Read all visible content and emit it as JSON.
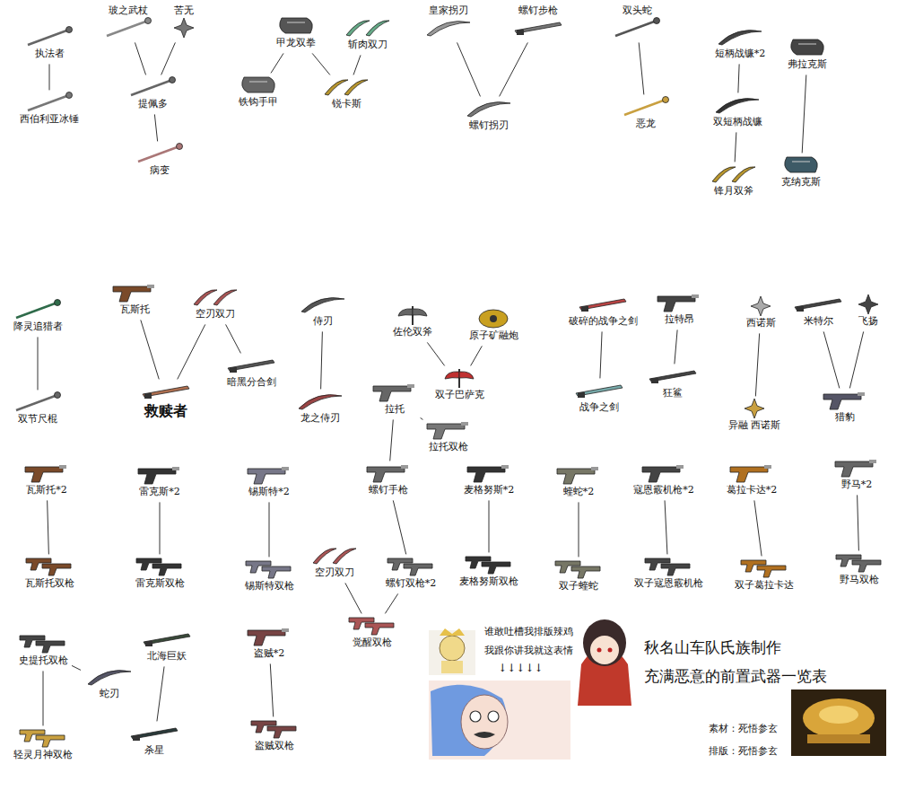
{
  "diagram": {
    "nodes": [
      {
        "text": [
          "执法者"
        ]
      },
      {
        "text": [
          "西伯利亚冰锤"
        ]
      },
      {
        "text": [
          "玻之武杖"
        ]
      },
      {
        "text": [
          "苦无"
        ]
      },
      {
        "text": [
          "提佩多"
        ]
      },
      {
        "text": [
          "病变"
        ]
      },
      {
        "text": [
          "甲龙双拳"
        ]
      },
      {
        "text": [
          "斩肉双刀"
        ]
      },
      {
        "text": [
          "铁钩手甲"
        ]
      },
      {
        "text": [
          "锐卡斯"
        ]
      },
      {
        "text": [
          "皇家拐刃"
        ]
      },
      {
        "text": [
          "螺钉步枪"
        ]
      },
      {
        "text": [
          "螺钉拐刃"
        ]
      },
      {
        "text": [
          "双头蛇"
        ]
      },
      {
        "text": [
          "恶龙"
        ]
      },
      {
        "text": [
          "短柄战镰*2"
        ]
      },
      {
        "text": [
          "双短柄战镰"
        ]
      },
      {
        "text": [
          "锋月双斧"
        ]
      },
      {
        "text": [
          "弗拉克斯"
        ]
      },
      {
        "text": [
          "克纳克斯"
        ]
      },
      {
        "text": [
          "降灵追猎者"
        ]
      },
      {
        "text": [
          "双节尺棍"
        ]
      },
      {
        "text": [
          "瓦斯托"
        ]
      },
      {
        "text": [
          "空刃双刀"
        ]
      },
      {
        "text": [
          "救赎者"
        ]
      },
      {
        "text": [
          "暗黑分合剑"
        ]
      },
      {
        "text": [
          "侍刃"
        ]
      },
      {
        "text": [
          "龙之侍刃"
        ]
      },
      {
        "text": [
          "佐伦双斧"
        ]
      },
      {
        "text": [
          "原子矿融炮"
        ]
      },
      {
        "text": [
          "双子巴萨克"
        ]
      },
      {
        "text": [
          "拉托"
        ]
      },
      {
        "text": [
          "拉托双枪"
        ]
      },
      {
        "text": [
          "螺钉手枪"
        ]
      },
      {
        "text": [
          "破碎的战争之剑"
        ]
      },
      {
        "text": [
          "战争之剑"
        ]
      },
      {
        "text": [
          "拉特昂"
        ]
      },
      {
        "text": [
          "狂鲨"
        ]
      },
      {
        "text": [
          "西诺斯"
        ]
      },
      {
        "text": [
          "异融 西诺斯"
        ]
      },
      {
        "text": [
          "米特尔"
        ]
      },
      {
        "text": [
          "飞扬"
        ]
      },
      {
        "text": [
          "猎豹"
        ]
      },
      {
        "text": [
          "瓦斯托*2"
        ]
      },
      {
        "text": [
          "瓦斯托双枪"
        ]
      },
      {
        "text": [
          "雷克斯*2"
        ]
      },
      {
        "text": [
          "雷克斯双枪"
        ]
      },
      {
        "text": [
          "锡斯特*2"
        ]
      },
      {
        "text": [
          "锡斯特双枪"
        ]
      },
      {
        "text": [
          "空刃双刀"
        ]
      },
      {
        "text": [
          "螺钉双枪*2"
        ]
      },
      {
        "text": [
          "觉醒双枪"
        ]
      },
      {
        "text": [
          "麦格努斯*2"
        ]
      },
      {
        "text": [
          "麦格努斯双枪"
        ]
      },
      {
        "text": [
          "蝰蛇*2"
        ]
      },
      {
        "text": [
          "双子蝰蛇"
        ]
      },
      {
        "text": [
          "寇恩霰机枪*2"
        ]
      },
      {
        "text": [
          "双子寇恩霰机枪"
        ]
      },
      {
        "text": [
          "葛拉卡达*2"
        ]
      },
      {
        "text": [
          "双子葛拉卡达"
        ]
      },
      {
        "text": [
          "野马*2"
        ]
      },
      {
        "text": [
          "野马双枪"
        ]
      },
      {
        "text": [
          "史提托双枪"
        ]
      },
      {
        "text": [
          "轻灵月神双枪"
        ]
      },
      {
        "text": [
          "蛇刃"
        ]
      },
      {
        "text": [
          "北海巨妖"
        ]
      },
      {
        "text": [
          "杀星"
        ]
      },
      {
        "text": [
          "盗贼*2"
        ]
      },
      {
        "text": [
          "盗贼双枪"
        ]
      }
    ],
    "edges": [
      {
        "from": 0,
        "to": 1,
        "arrow": "none"
      },
      {
        "from": 2,
        "to": 4,
        "arrow": "none"
      },
      {
        "from": 3,
        "to": 4,
        "arrow": "none"
      },
      {
        "from": 4,
        "to": 5,
        "arrow": "none"
      },
      {
        "from": 6,
        "to": 8,
        "arrow": "none"
      },
      {
        "from": 6,
        "to": 9,
        "arrow": "none"
      },
      {
        "from": 7,
        "to": 9,
        "arrow": "none"
      },
      {
        "from": 10,
        "to": 12,
        "arrow": "none"
      },
      {
        "from": 11,
        "to": 12,
        "arrow": "none"
      },
      {
        "from": 13,
        "to": 14,
        "arrow": "none"
      },
      {
        "from": 15,
        "to": 16,
        "arrow": "none"
      },
      {
        "from": 16,
        "to": 17,
        "arrow": "none"
      },
      {
        "from": 18,
        "to": 19,
        "arrow": "none"
      },
      {
        "from": 20,
        "to": 21,
        "arrow": "none"
      },
      {
        "from": 22,
        "to": 24,
        "arrow": "none"
      },
      {
        "from": 23,
        "to": 24,
        "arrow": "none"
      },
      {
        "from": 23,
        "to": 25,
        "arrow": "none"
      },
      {
        "from": 26,
        "to": 27,
        "arrow": "none"
      },
      {
        "from": 28,
        "to": 30,
        "arrow": "none"
      },
      {
        "from": 29,
        "to": 30,
        "arrow": "none"
      },
      {
        "from": 31,
        "to": 32,
        "arrow": "none"
      },
      {
        "from": 31,
        "to": 33,
        "arrow": "none"
      },
      {
        "from": 34,
        "to": 35,
        "arrow": "none"
      },
      {
        "from": 36,
        "to": 37,
        "arrow": "none"
      },
      {
        "from": 38,
        "to": 39,
        "arrow": "none"
      },
      {
        "from": 40,
        "to": 42,
        "arrow": "none"
      },
      {
        "from": 41,
        "to": 42,
        "arrow": "none"
      },
      {
        "from": 43,
        "to": 44,
        "arrow": "none"
      },
      {
        "from": 45,
        "to": 46,
        "arrow": "none"
      },
      {
        "from": 47,
        "to": 48,
        "arrow": "none"
      },
      {
        "from": 33,
        "to": 50,
        "arrow": "none"
      },
      {
        "from": 49,
        "to": 51,
        "arrow": "none"
      },
      {
        "from": 50,
        "to": 51,
        "arrow": "none"
      },
      {
        "from": 52,
        "to": 53,
        "arrow": "none"
      },
      {
        "from": 54,
        "to": 55,
        "arrow": "none"
      },
      {
        "from": 56,
        "to": 57,
        "arrow": "none"
      },
      {
        "from": 58,
        "to": 59,
        "arrow": "none"
      },
      {
        "from": 60,
        "to": 61,
        "arrow": "none"
      },
      {
        "from": 62,
        "to": 63,
        "arrow": "none"
      },
      {
        "from": 62,
        "to": 64,
        "arrow": "none"
      },
      {
        "from": 65,
        "to": 64,
        "arrow": "none"
      },
      {
        "from": 65,
        "to": 66,
        "arrow": "none"
      },
      {
        "from": 67,
        "to": 68,
        "arrow": "none"
      }
    ],
    "labels": [
      "谁敢吐槽我排版辣鸡",
      "我跟你讲我就这表情",
      "↓↓↓↓↓",
      "秋名山车队氏族制作",
      "充满恶意的前置武器一览表",
      "素材：死悟参玄",
      "排版：死悟参玄"
    ]
  }
}
